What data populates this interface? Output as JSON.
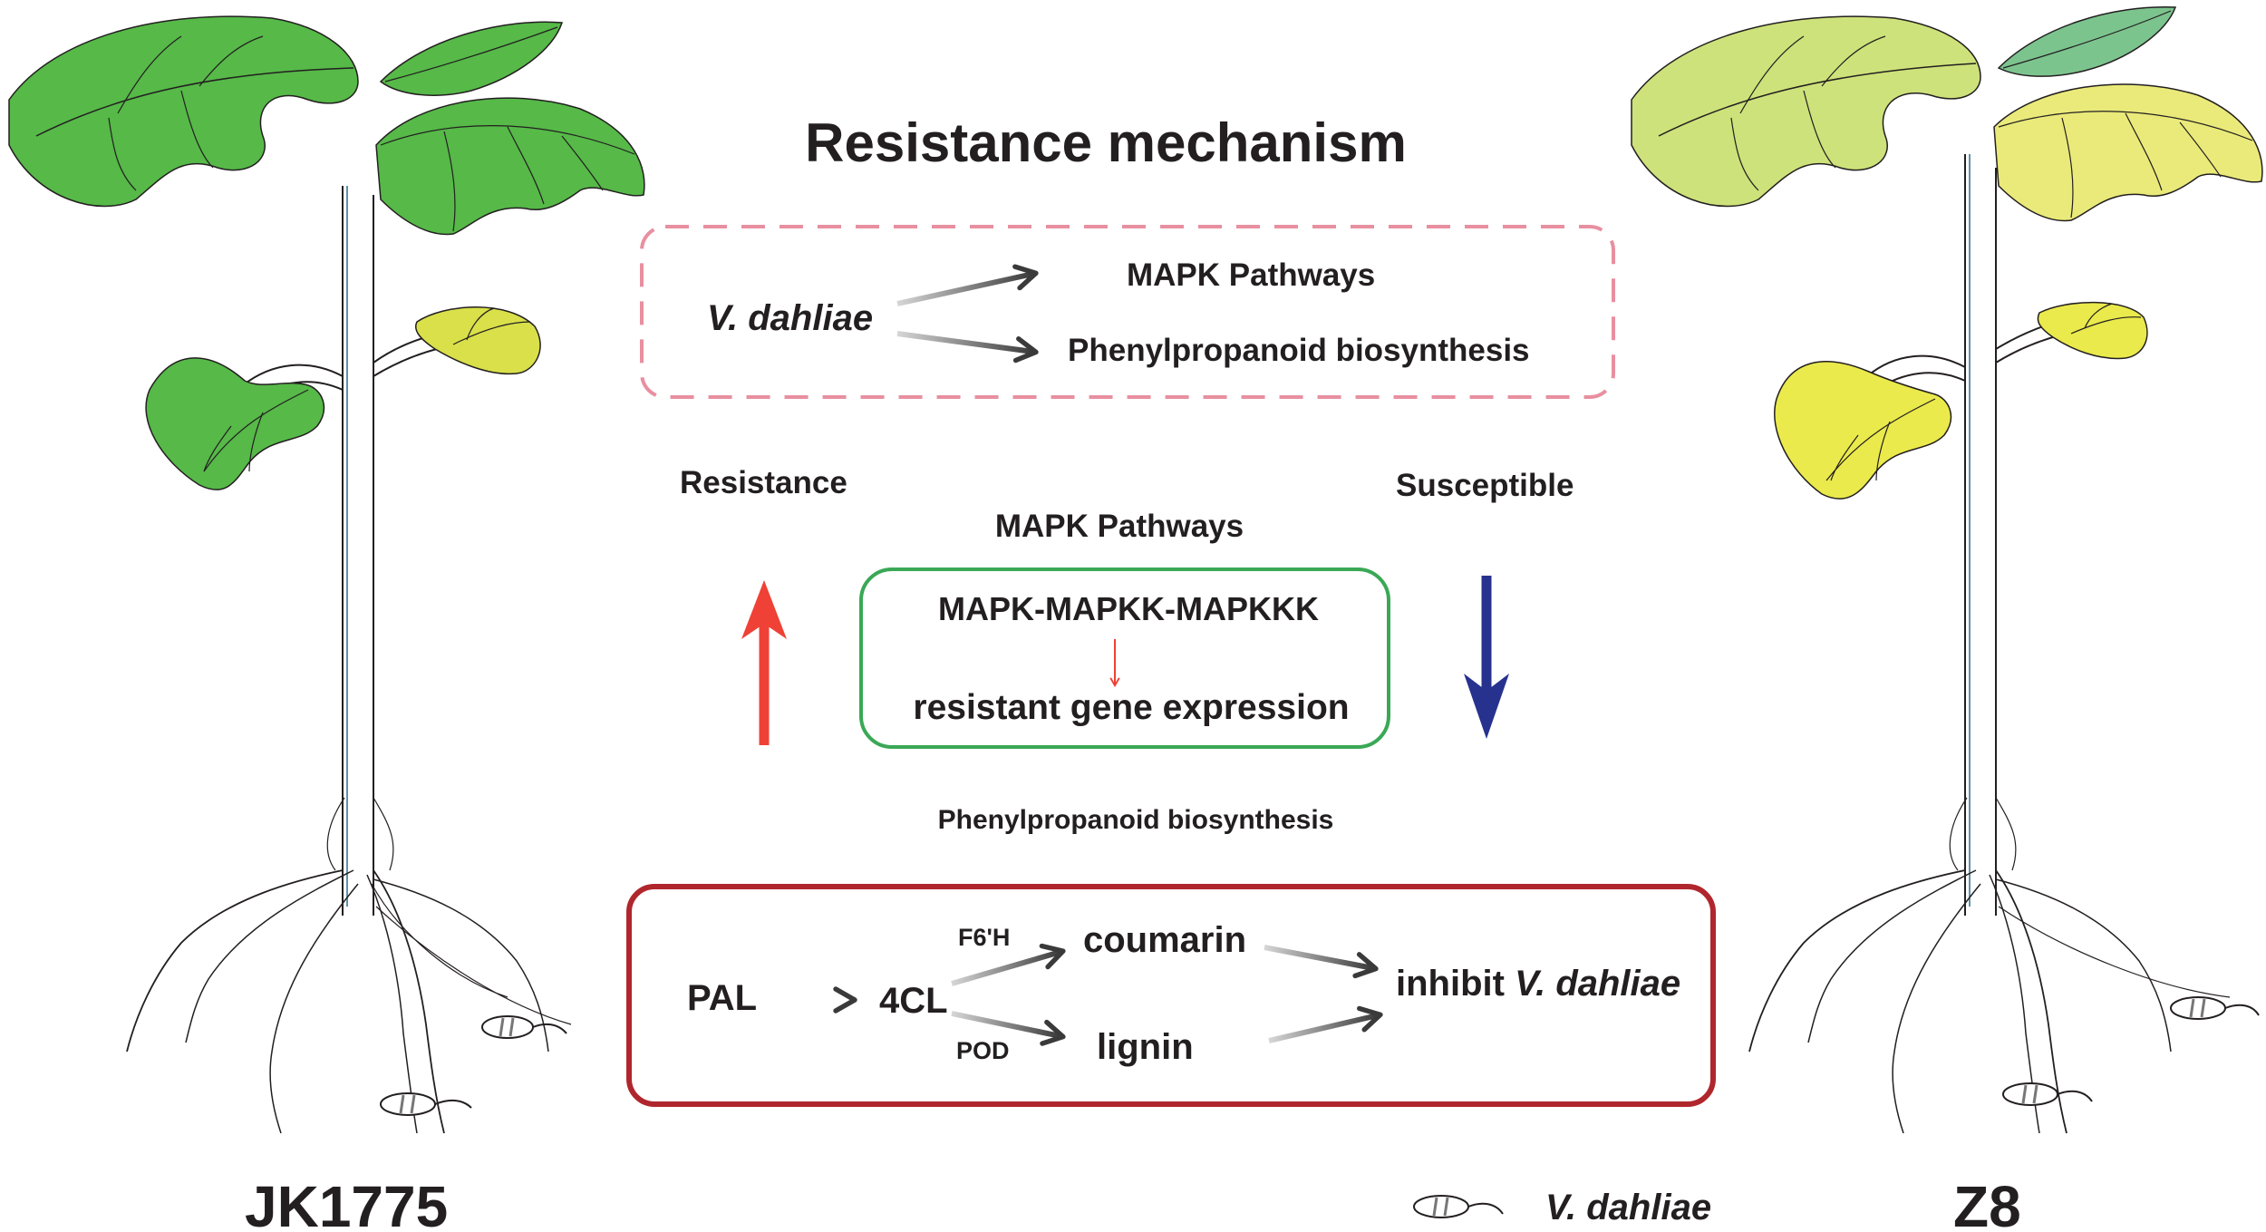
{
  "title": "Resistance mechanism",
  "top_box": {
    "source": "V. dahliae",
    "targets": [
      "MAPK Pathways",
      "Phenylpropanoid biosynthesis"
    ]
  },
  "resistance_label": "Resistance",
  "susceptible_label": "Susceptible",
  "mapk_section": {
    "heading": "MAPK Pathways",
    "cascade": "MAPK-MAPKK-MAPKKK",
    "outcome": "resistant gene expression"
  },
  "phenyl_section": {
    "heading": "Phenylpropanoid biosynthesis",
    "pal": "PAL",
    "fourcl": "4CL",
    "f6h": "F6'H",
    "pod": "POD",
    "coumarin": "coumarin",
    "lignin": "lignin",
    "inhibit_prefix": "inhibit ",
    "inhibit_pathogen": "V. dahliae"
  },
  "left_plant": "JK1775",
  "right_plant": "Z8",
  "legend_label": "V. dahliae",
  "colors": {
    "top_box_border": "#e88fa0",
    "mapk_box_border": "#3aa856",
    "phenyl_box_border": "#b0262d",
    "up_arrow": "#ef4136",
    "down_arrow": "#27328f",
    "left_leaf": "#56b948",
    "right_leaf_light": "#cde27a",
    "right_leaf_yellow": "#eaea4c",
    "right_leaf_teal": "#7cc48e"
  }
}
